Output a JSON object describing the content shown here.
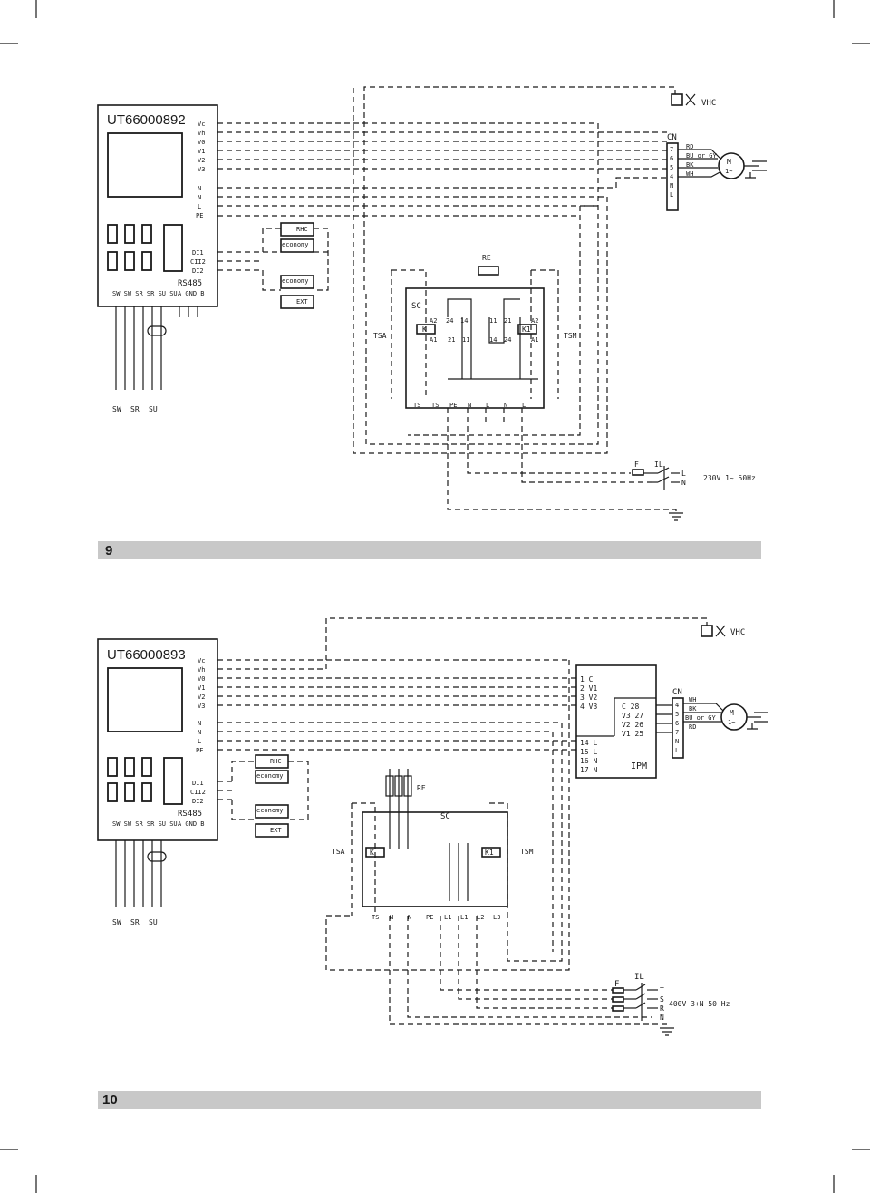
{
  "figures": [
    {
      "number": "9",
      "model": "UT66000892",
      "controller_terminals": [
        "Vc",
        "Vh",
        "V0",
        "V1",
        "V2",
        "V3",
        "N",
        "N",
        "L",
        "PE"
      ],
      "digital_inputs": [
        "DI1",
        "CII2",
        "DI2"
      ],
      "bus_label": "RS485",
      "bus_terminals": "A  GND  B",
      "sensor_terminals": "SW  SW  SR  SR  SU  SU",
      "sensor_labels": [
        "SW",
        "SR",
        "SU"
      ],
      "switch_labels": [
        "RHC",
        "economy",
        "economy",
        "EXT"
      ],
      "valve_label": "VHC",
      "connector_label": "CN",
      "connector_pins": [
        "7",
        "6",
        "5",
        "4",
        "N",
        "L"
      ],
      "wire_colors": [
        "RD",
        "BU or GY",
        "BK",
        "WH"
      ],
      "motor": {
        "label": "M",
        "sub": "1~"
      },
      "relay_module": "SC",
      "heater_label": "RE",
      "relays": [
        "K",
        "K1"
      ],
      "relay_contacts": [
        "A2",
        "24",
        "14",
        "11",
        "21",
        "A1",
        "21",
        "11",
        "14",
        "24",
        "A2",
        "A1"
      ],
      "thermostats": [
        "TSA",
        "TSM"
      ],
      "module_terminals": [
        "TS",
        "TS",
        "PE",
        "N",
        "L",
        "N",
        "L"
      ],
      "fuse": "F",
      "isolator": "IL",
      "supply_lines": [
        "L",
        "N"
      ],
      "supply": "230V  1~  50Hz"
    },
    {
      "number": "10",
      "model": "UT66000893",
      "controller_terminals": [
        "Vc",
        "Vh",
        "V0",
        "V1",
        "V2",
        "V3",
        "N",
        "N",
        "L",
        "PE"
      ],
      "digital_inputs": [
        "DI1",
        "CII2",
        "DI2"
      ],
      "bus_label": "RS485",
      "bus_terminals": "A  GND  B",
      "sensor_terminals": "SW  SW  SR  SR  SU  SU",
      "sensor_labels": [
        "SW",
        "SR",
        "SU"
      ],
      "switch_labels": [
        "RHC",
        "economy",
        "economy",
        "EXT"
      ],
      "valve_label": "VHC",
      "connector_label": "CN",
      "connector_pins": [
        "4",
        "5",
        "6",
        "7",
        "N",
        "L"
      ],
      "wire_colors": [
        "WH",
        "BK",
        "BU or GY",
        "RD"
      ],
      "motor": {
        "label": "M",
        "sub": "1~"
      },
      "ipm": {
        "label": "IPM",
        "left_terminals": [
          "1  C",
          "2  V1",
          "3  V2",
          "4  V3"
        ],
        "right_terminals": [
          "C  28",
          "V3  27",
          "V2  26",
          "V1  25"
        ],
        "power_terminals": [
          "14  L",
          "15  L",
          "16  N",
          "17  N"
        ]
      },
      "relay_module": "SC",
      "heater_label": "RE",
      "relays": [
        "K",
        "K1"
      ],
      "thermostats": [
        "TSA",
        "TSM"
      ],
      "module_terminals": [
        "TS",
        "N",
        "N",
        "PE",
        "L1",
        "L1",
        "L2",
        "L3"
      ],
      "fuse": "F",
      "isolator": "IL",
      "supply_lines": [
        "T",
        "S",
        "R",
        "N"
      ],
      "supply": "400V  3+N  50 Hz"
    }
  ]
}
